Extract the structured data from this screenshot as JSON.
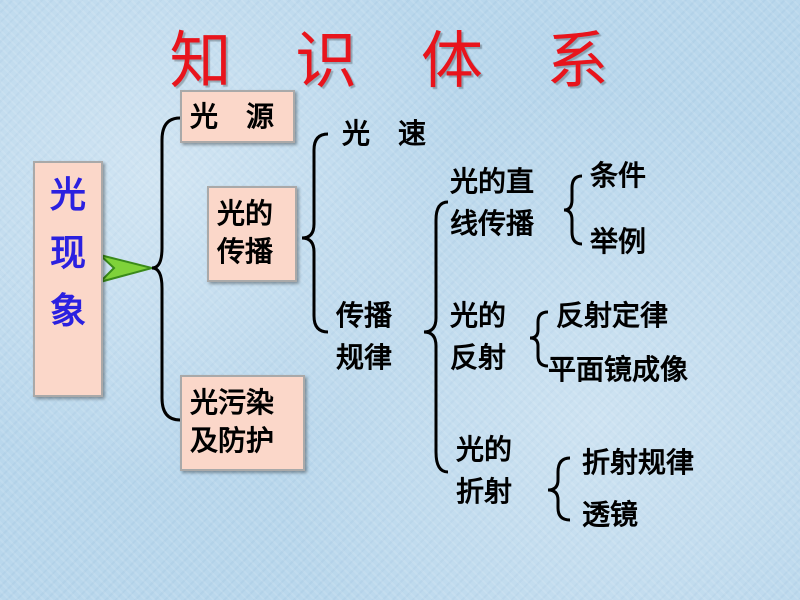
{
  "title": "知 识 体 系",
  "root": [
    "光",
    "现",
    "象"
  ],
  "nodes": {
    "guangyuan": "光　源",
    "chuanbo_1": "光的",
    "chuanbo_2": "传播",
    "wuran_1": "光污染",
    "wuran_2": "及防护",
    "guangsu": "光　速",
    "guilv_1": "传播",
    "guilv_2": "规律",
    "zhixian_1": "光的直",
    "zhixian_2": "线传播",
    "tiaojian": "条件",
    "juli": "举例",
    "fanshe_1": "光的",
    "fanshe_2": "反射",
    "fanshedinglv": "反射定律",
    "pingmianjing": "平面镜成像",
    "zheshe_1": "光的",
    "zheshe_2": "折射",
    "zheshe_guilv": "折射规律",
    "toujing": "透镜"
  },
  "colors": {
    "title": "#e8141c",
    "root_text": "#2b20e0",
    "box_fill": "#fbd7c9",
    "arrow": "#7fd23a"
  }
}
